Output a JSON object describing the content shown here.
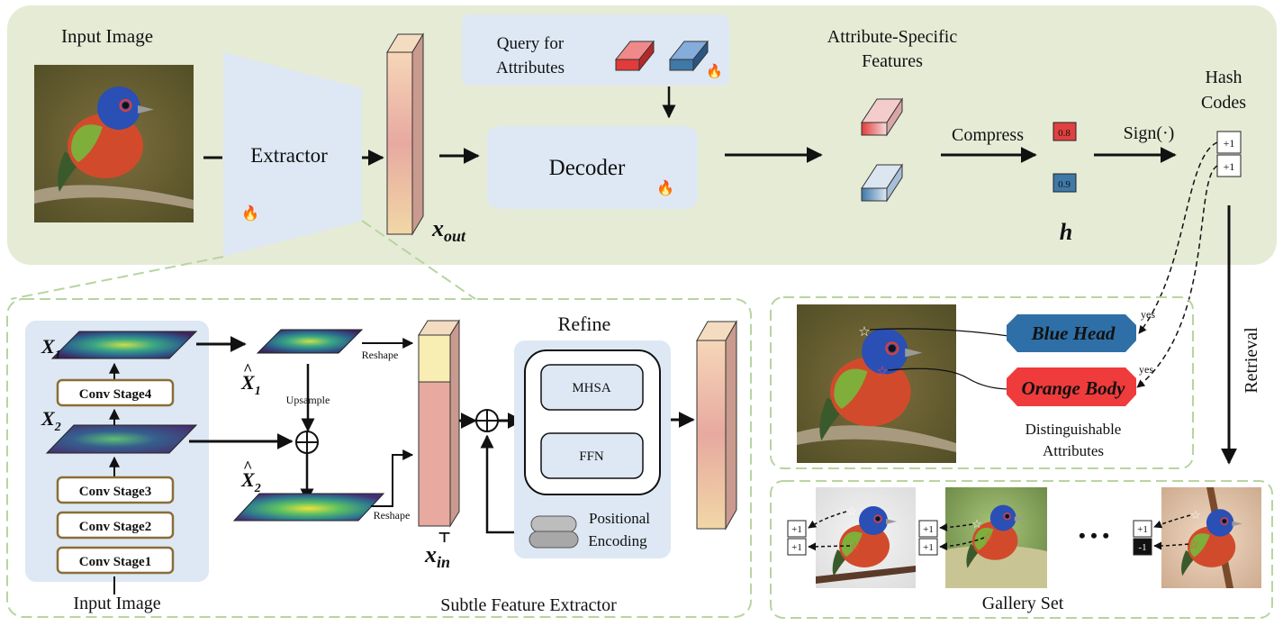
{
  "top": {
    "input_label": "Input Image",
    "extractor_label": "Extractor",
    "xout_main": "x",
    "xout_sub": "out",
    "query_line1": "Query for",
    "query_line2": "Attributes",
    "decoder_label": "Decoder",
    "features_line1": "Attribute-Specific",
    "features_line2": "Features",
    "compress_label": "Compress",
    "h_label": "h",
    "value_red": "0.8",
    "value_blue": "0.9",
    "sign_label": "Sign(·)",
    "hash_line1": "Hash",
    "hash_line2": "Codes",
    "hash_codes": [
      "+1",
      "+1"
    ]
  },
  "subtle": {
    "section_label": "Subtle Feature Extractor",
    "input_label": "Input Image",
    "x1_main": "X",
    "x1_sub": "1",
    "x2_main": "X",
    "x2_sub": "2",
    "stages": [
      "Conv Stage4",
      "Conv Stage3",
      "Conv Stage2",
      "Conv Stage1"
    ],
    "x1hat_main": "X",
    "x1hat_sub": "1",
    "x2hat_main": "X",
    "x2hat_sub": "2",
    "reshape_top": "Reshape",
    "reshape_bottom": "Reshape",
    "upsample": "Upsample",
    "xin_main": "x",
    "xin_sub": "in",
    "xin_sup": "⊤",
    "refine_title": "Refine",
    "mhsa": "MHSA",
    "ffn": "FFN",
    "pos_line1": "Positional",
    "pos_line2": "Encoding"
  },
  "attributes": {
    "blue_attr": "Blue Head",
    "orange_attr": "Orange Body",
    "yes1": "yes",
    "yes2": "yes",
    "caption_line1": "Distinguishable",
    "caption_line2": "Attributes"
  },
  "retrieval_label": "Retrieval",
  "gallery": {
    "label": "Gallery Set",
    "dots": "• • •",
    "items": [
      {
        "codes": [
          "+1",
          "+1"
        ]
      },
      {
        "codes": [
          "+1",
          "+1"
        ]
      },
      {
        "codes": [
          "+1",
          "-1"
        ]
      }
    ]
  },
  "colors": {
    "top_bg": "#e6ebd6",
    "panel_blue": "#dde8f4",
    "red": "#e04040",
    "blue": "#3e79a7",
    "orange_tag": "#ef3b3b",
    "blue_tag": "#2f6fa7"
  }
}
